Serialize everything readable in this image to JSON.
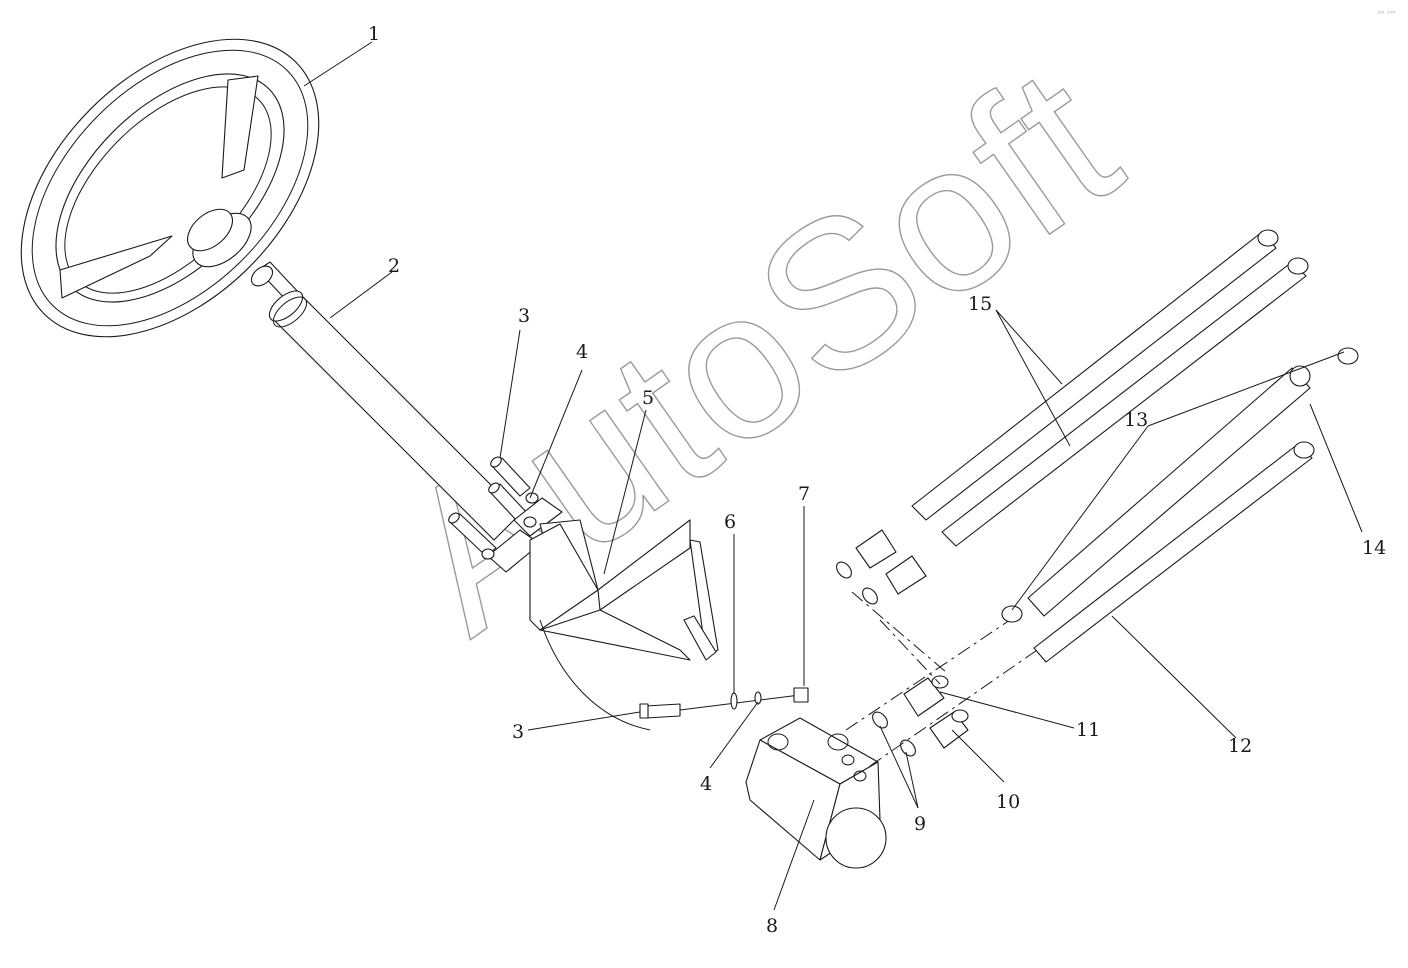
{
  "watermark": "AutoSoft",
  "corner_mark": "ᵖᵒ ᵒᵐ",
  "callouts": {
    "c1": "1",
    "c2": "2",
    "c3a": "3",
    "c3b": "3",
    "c4a": "4",
    "c4b": "4",
    "c5": "5",
    "c6": "6",
    "c7": "7",
    "c8": "8",
    "c9": "9",
    "c10": "10",
    "c11": "11",
    "c12": "12",
    "c13": "13",
    "c14": "14",
    "c15": "15"
  },
  "colors": {
    "line": "#1a1a1a",
    "watermark": "#9a9a9a",
    "background": "#ffffff"
  }
}
